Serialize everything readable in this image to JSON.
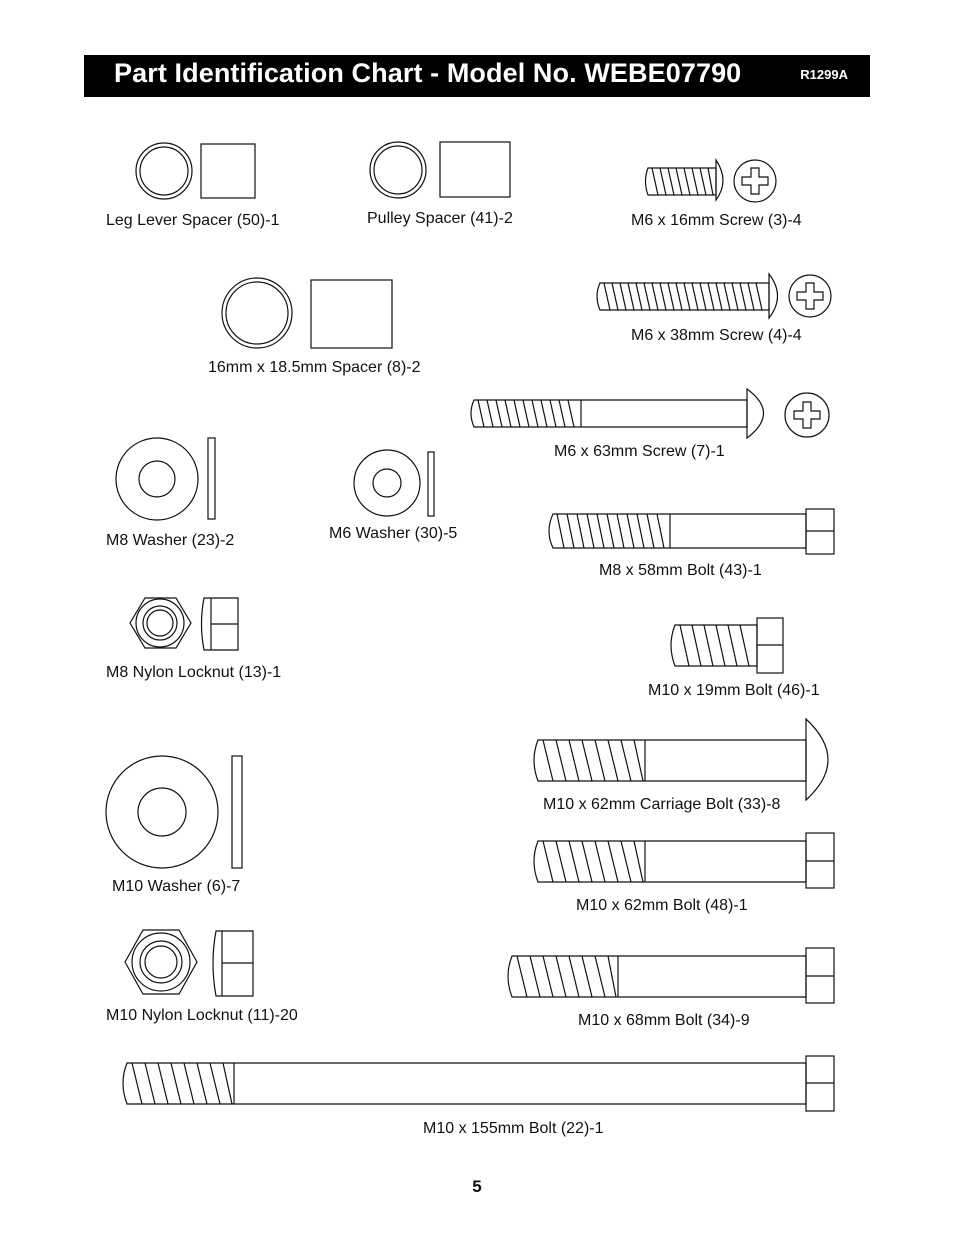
{
  "header": {
    "title": "Part Identification Chart - Model No. WEBE07790",
    "code": "R1299A"
  },
  "parts": {
    "leg_lever_spacer": "Leg Lever Spacer (50)-1",
    "pulley_spacer": "Pulley Spacer (41)-2",
    "m6x16_screw": "M6 x 16mm Screw (3)-4",
    "spacer_16x18": "16mm x 18.5mm Spacer (8)-2",
    "m6x38_screw": "M6 x 38mm Screw (4)-4",
    "m6x63_screw": "M6 x 63mm Screw (7)-1",
    "m8_washer": "M8 Washer (23)-2",
    "m6_washer": "M6 Washer (30)-5",
    "m8x58_bolt": "M8 x 58mm Bolt (43)-1",
    "m8_locknut": "M8 Nylon Locknut (13)-1",
    "m10x19_bolt": "M10 x 19mm Bolt (46)-1",
    "m10x62_carriage_bolt": "M10 x 62mm Carriage Bolt (33)-8",
    "m10_washer": "M10 Washer (6)-7",
    "m10x62_bolt": "M10 x 62mm Bolt (48)-1",
    "m10_locknut": "M10 Nylon Locknut (11)-20",
    "m10x68_bolt": "M10 x 68mm Bolt (34)-9",
    "m10x155_bolt": "M10 x 155mm Bolt (22)-1"
  },
  "footer": {
    "page_number": "5"
  }
}
